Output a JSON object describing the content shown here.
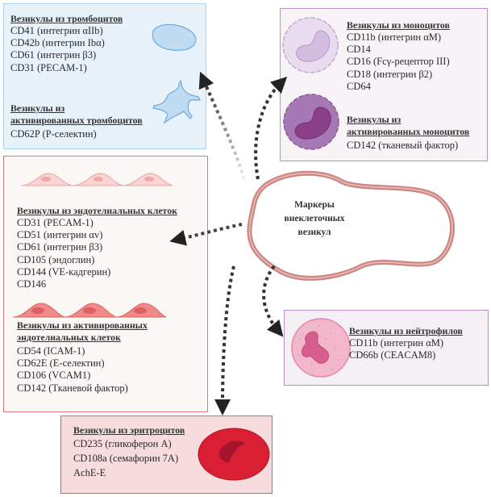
{
  "center": {
    "lines": [
      "Маркеры",
      "внеклеточных",
      "везикул"
    ]
  },
  "platelets": {
    "title": "Везикулы из тромбоцитов",
    "markers": [
      "CD41 (интегрин αIIb)",
      "CD42b (интегрин Ibα)",
      "CD61 (интегрин β3)",
      "CD31 (PECAM-1)"
    ],
    "activated_title_lines": [
      "Везикулы из",
      "активированных тромбоцитов"
    ],
    "activated_markers": [
      "CD62P (P-селектин)"
    ]
  },
  "monocytes": {
    "title": "Везикулы из моноцитов",
    "markers": [
      "CD11b (интегрин αM)",
      "CD14",
      "CD16 (Fcγ-рецептор III)",
      "CD18 (интегрин β2)",
      "CD64"
    ],
    "activated_title_lines": [
      "Везикулы из",
      "активированных моноцитов"
    ],
    "activated_markers": [
      "CD142 (тканевый фактор)"
    ]
  },
  "endothelial": {
    "title": "Везикулы из эндотелиальных клеток",
    "markers": [
      "CD31 (PECAM-1)",
      "CD51 (интегрин αv)",
      "CD61 (интегрин β3)",
      "CD105 (эндоглин)",
      "CD144 (VE-кадгерин)",
      "CD146"
    ],
    "activated_title_lines": [
      "Везикулы из активированных",
      "эндотелиальных клеток"
    ],
    "activated_markers": [
      "CD54 (ICAM-1)",
      "CD62E (E-селектин)",
      "CD106 (VCAM1)",
      "CD142 (Тканевой фактор)"
    ]
  },
  "neutrophils": {
    "title": "Везикулы из нейтрофилов",
    "markers": [
      "CD11b (интегрин αM)",
      "CD66b (CEACAM8)"
    ]
  },
  "erythrocytes": {
    "title": "Везикулы из эритроцитов",
    "markers": [
      "CD235 (гликоферон A)",
      "CD108a (семафорин 7A)",
      "AchE-E"
    ]
  },
  "colors": {
    "platelet_fill": "#e8f2fb",
    "platelet_border": "#a9d3ef",
    "monocyte_border": "#b98fc5",
    "endothelial_border": "#e07b80",
    "erythrocyte_fill": "#f6dcdc",
    "erythrocyte_cell": "#d81f34",
    "vesicle_membrane": "#d4908c",
    "arrow": "#222222"
  }
}
